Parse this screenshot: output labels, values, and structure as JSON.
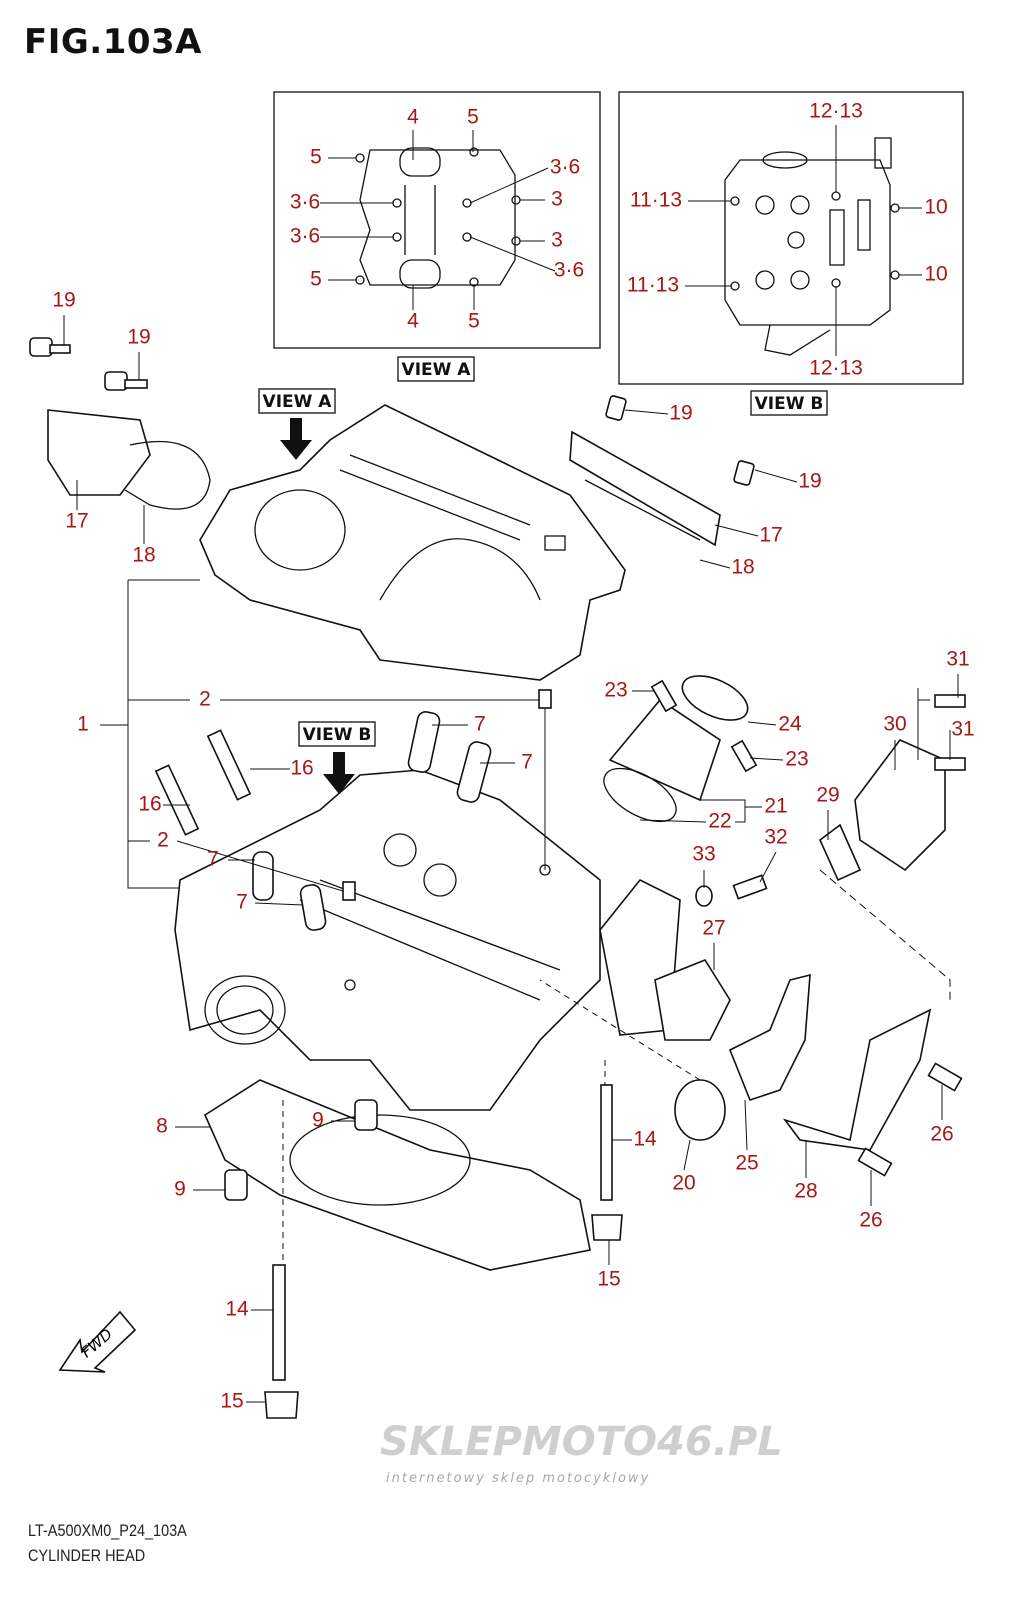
{
  "figure": {
    "title": "FIG.103A"
  },
  "footer": {
    "code": "LT-A500XM0_P24_103A",
    "name": "CYLINDER HEAD"
  },
  "watermark": {
    "brand": "SKLEPMOTO46.PL",
    "tagline": "internetowy sklep motocyklowy"
  },
  "views": {
    "view_a": "VIEW A",
    "view_b": "VIEW B"
  },
  "callouts": [
    "4",
    "5",
    "5",
    "3·6",
    "3·6",
    "3",
    "3·6",
    "3",
    "3·6",
    "5",
    "4",
    "5",
    "12·13",
    "11·13",
    "10",
    "11·13",
    "10",
    "12·13",
    "19",
    "19",
    "17",
    "18",
    "19",
    "19",
    "17",
    "18",
    "1",
    "2",
    "2",
    "7",
    "7",
    "16",
    "16",
    "7",
    "7",
    "23",
    "24",
    "23",
    "21",
    "22",
    "31",
    "30",
    "31",
    "29",
    "32",
    "33",
    "27",
    "8",
    "9",
    "9",
    "14",
    "20",
    "25",
    "28",
    "26",
    "26",
    "15",
    "14",
    "15"
  ],
  "fwd_label": "FWD",
  "colors": {
    "callout": "#a61717",
    "line": "#111111"
  }
}
